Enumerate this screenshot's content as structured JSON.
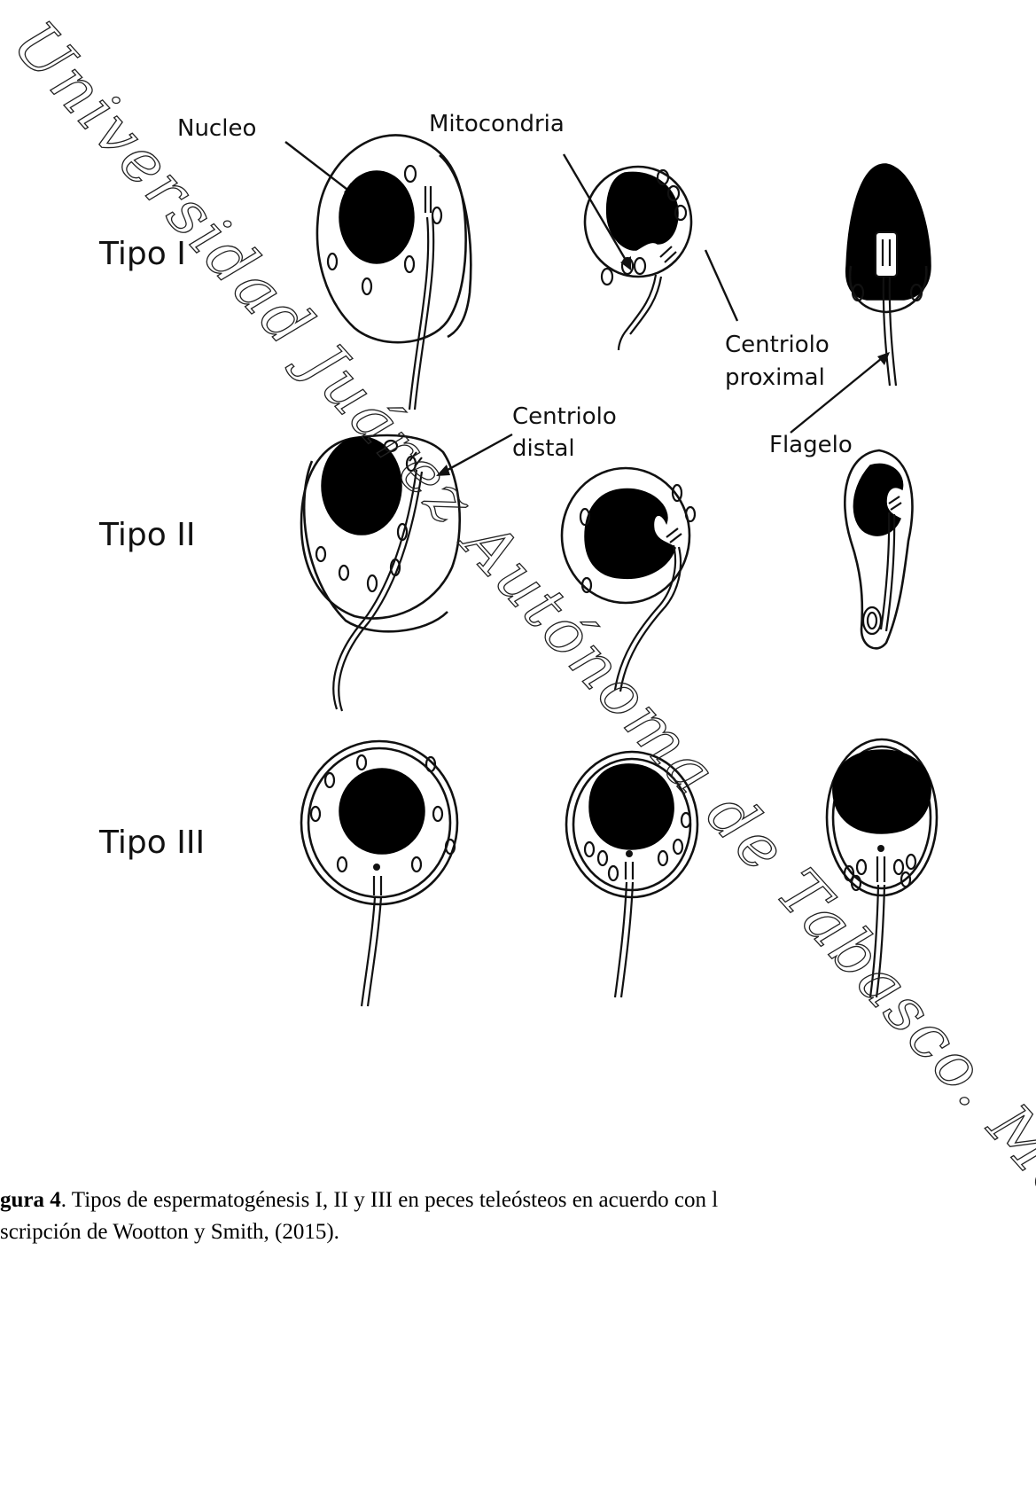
{
  "row_labels": {
    "tipo1": "Tipo I",
    "tipo2": "Tipo II",
    "tipo3": "Tipo III"
  },
  "annotations": {
    "nucleo": "Nucleo",
    "mitocondria": "Mitocondria",
    "centriolo_proximal_1": "Centriolo",
    "centriolo_proximal_2": "proximal",
    "centriolo_distal_1": "Centriolo",
    "centriolo_distal_2": "distal",
    "flagelo": "Flagelo"
  },
  "caption": {
    "lead": "gura 4",
    "line1_rest": ". Tipos de espermatogénesis I, II y III en peces teleósteos en acuerdo con l",
    "line2": "scripción de Wootton y Smith, (2015)."
  },
  "watermark": "Universidad Juárez Autónoma de Tabasco. México."
}
